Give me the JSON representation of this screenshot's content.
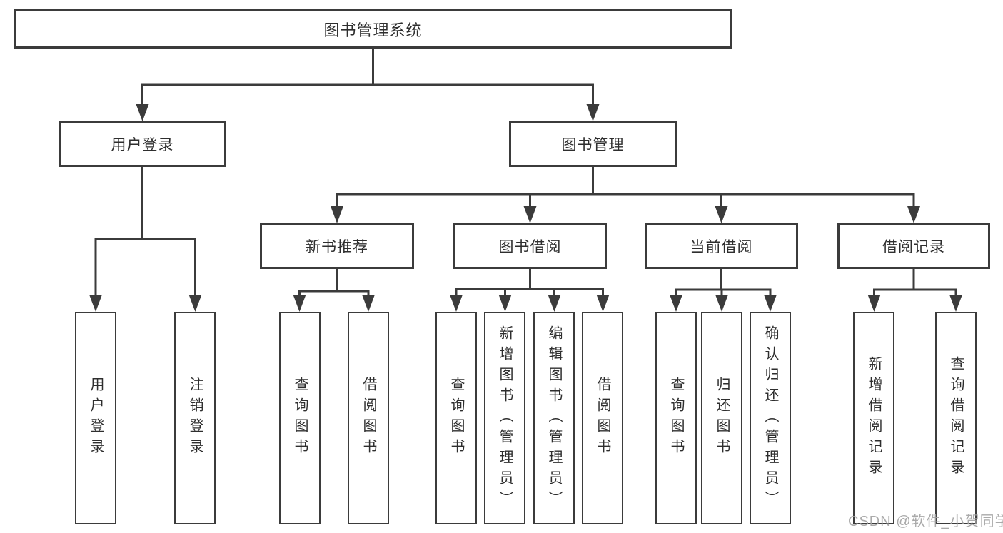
{
  "colors": {
    "line": "#3b3b3b",
    "box_border": "#3b3b3b",
    "text": "#2e2e2e",
    "watermark": "#a3a3a3",
    "background": "#ffffff"
  },
  "diagram": {
    "tree": {
      "label": "图书管理系统",
      "children": [
        {
          "label": "用户登录",
          "children": [
            {
              "label": "用户登录"
            },
            {
              "label": "注销登录"
            }
          ]
        },
        {
          "label": "图书管理",
          "children": [
            {
              "label": "新书推荐",
              "children": [
                {
                  "label": "查询图书"
                },
                {
                  "label": "借阅图书"
                }
              ]
            },
            {
              "label": "图书借阅",
              "children": [
                {
                  "label": "查询图书"
                },
                {
                  "label": "新增图书（管理员）"
                },
                {
                  "label": "编辑图书（管理员）"
                },
                {
                  "label": "借阅图书"
                }
              ]
            },
            {
              "label": "当前借阅",
              "children": [
                {
                  "label": "查询图书"
                },
                {
                  "label": "归还图书"
                },
                {
                  "label": "确认归还（管理员）"
                }
              ]
            },
            {
              "label": "借阅记录",
              "children": [
                {
                  "label": "新增借阅记录"
                },
                {
                  "label": "查询借阅记录"
                }
              ]
            }
          ]
        }
      ]
    }
  },
  "watermark": {
    "text": "CSDN @软件_小贺同学"
  }
}
